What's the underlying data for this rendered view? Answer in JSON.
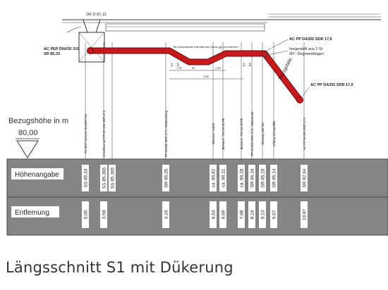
{
  "colors": {
    "pipe": "#c8191c",
    "pipe_outline": "#6b0a0a",
    "band": "#858585",
    "band_border": "#444444",
    "label_box": "#ffffff",
    "line": "#333333"
  },
  "reference": {
    "label": "Bezugshöhe in m",
    "value": "80,00"
  },
  "rows": {
    "height": "Höhenangabe",
    "distance": "Entfernung"
  },
  "top_labels": {
    "shaft": "OK D 87,12",
    "left_pipe": [
      "AC PEP DN/OD 315",
      "SR 85,33"
    ],
    "right_pipe_top": "AC PP DA355 SDR 17,6",
    "bend_note": [
      "hergestellt aus 2 St",
      "30°- Segmentbögen"
    ],
    "slope": "Sturzgefälle",
    "right_pipe_bottom": "AC PP DA355 SDR 17,6",
    "centre_note": "Bis Schachtkante innerhalb des Dükers ggf. zu entfernen !",
    "slope_left": "1 : 3",
    "slope_right": "1 : 3"
  },
  "dimensions": [
    "1,00",
    "50",
    "2,50",
    "4,00"
  ],
  "stations": [
    {
      "label": "AC 8027 Schacht DN1000 Sto",
      "height": "SS 85,33",
      "distance": "0,00"
    },
    {
      "label": "Anschluss auf PP DA 355 SDR 17,6",
      "height": "SS 85,365",
      "distance": "3,59"
    },
    {
      "label": "",
      "height": "SS 85,365",
      "distance": ""
    },
    {
      "label": "PP DA355 SDR 17,6 - Dükeranfang",
      "height": "SR 85,25",
      "distance": "4,10"
    },
    {
      "label": "Bestand - Kabel",
      "height": "ca. 86,82",
      "distance": "6,63"
    },
    {
      "label": "Bestand - TW DA 85 PE",
      "height": "ca. 86,11",
      "distance": "6,69"
    },
    {
      "label": "Bestand - TW DA 59 PE",
      "height": "ca. 86,28",
      "distance": "7,98"
    },
    {
      "label": "PP DA355 SDR 17,6 - Dükerende",
      "height": "SR 86,16",
      "distance": "8,10"
    },
    {
      "label": "Abzweig 180°/88",
      "height": "SR 85,15",
      "distance": "9,13"
    },
    {
      "label": "Anfang Sturzgefälle",
      "height": "SR 85,14",
      "distance": "9,67"
    },
    {
      "label": "AC PP DA355 SDR 17,6",
      "height": "SR 82,94",
      "distance": "10,97"
    }
  ],
  "caption": "Längsschnitt S1 mit Dükerung"
}
